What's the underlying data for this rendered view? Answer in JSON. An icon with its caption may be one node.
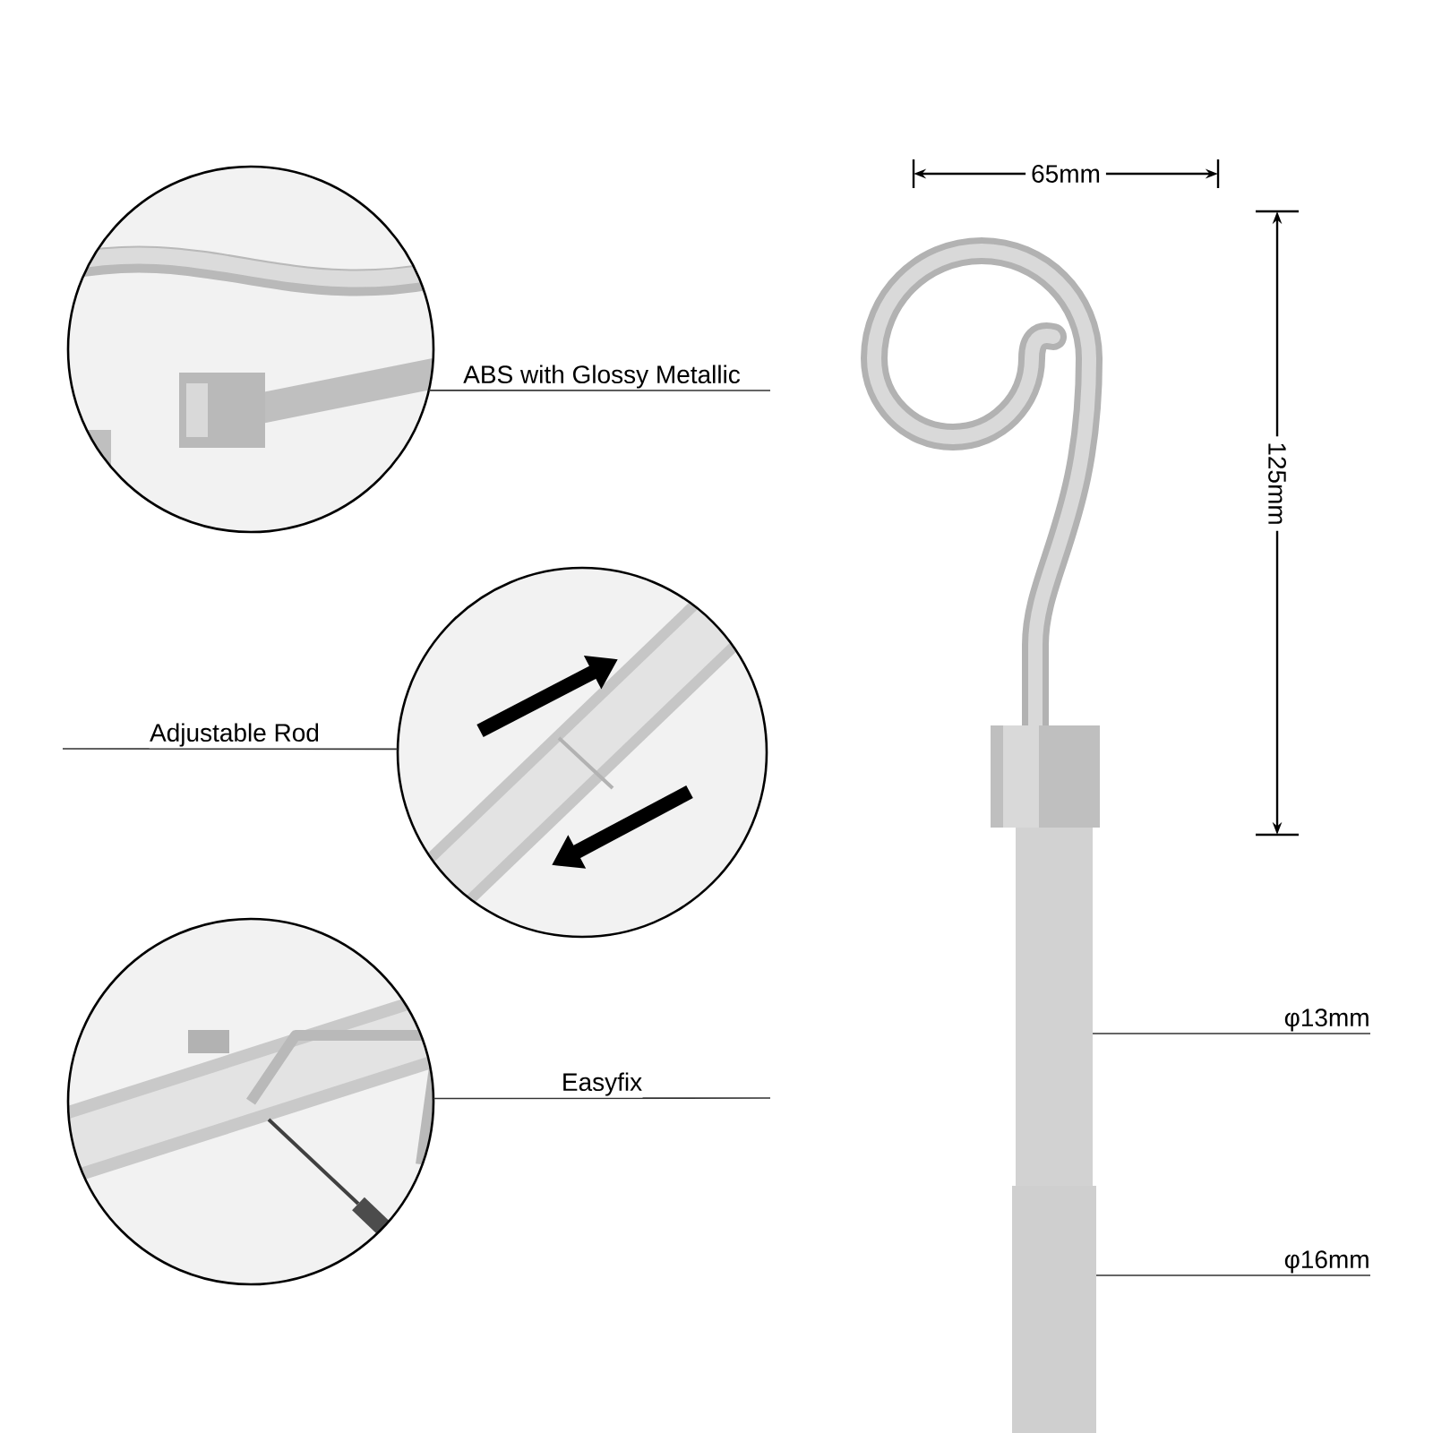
{
  "diagram": {
    "nodes": [
      {
        "text": [],
        "shape": "picture"
      },
      {
        "text": [
          "ABS with Glossy Metallic"
        ]
      },
      {
        "text": [],
        "shape": "picture"
      },
      {
        "text": [
          "Adjustable Rod"
        ]
      },
      {
        "text": [],
        "shape": "picture"
      },
      {
        "text": [
          "Easyfix"
        ]
      },
      {
        "text": [],
        "shape": "bar"
      },
      {
        "text": [],
        "shape": "bar"
      },
      {
        "text": [
          "φ13mm"
        ]
      },
      {
        "text": [
          "φ16mm"
        ]
      }
    ],
    "edges": [
      {
        "from": 1,
        "to": 0,
        "arrow": "none"
      },
      {
        "from": 3,
        "to": 2,
        "arrow": "none"
      },
      {
        "from": 5,
        "to": 4,
        "arrow": "none"
      },
      {
        "from": 8,
        "to": 6,
        "arrow": "none"
      },
      {
        "from": 9,
        "to": 7,
        "arrow": "none"
      }
    ],
    "labels": [
      "65mm",
      "125mm"
    ]
  }
}
